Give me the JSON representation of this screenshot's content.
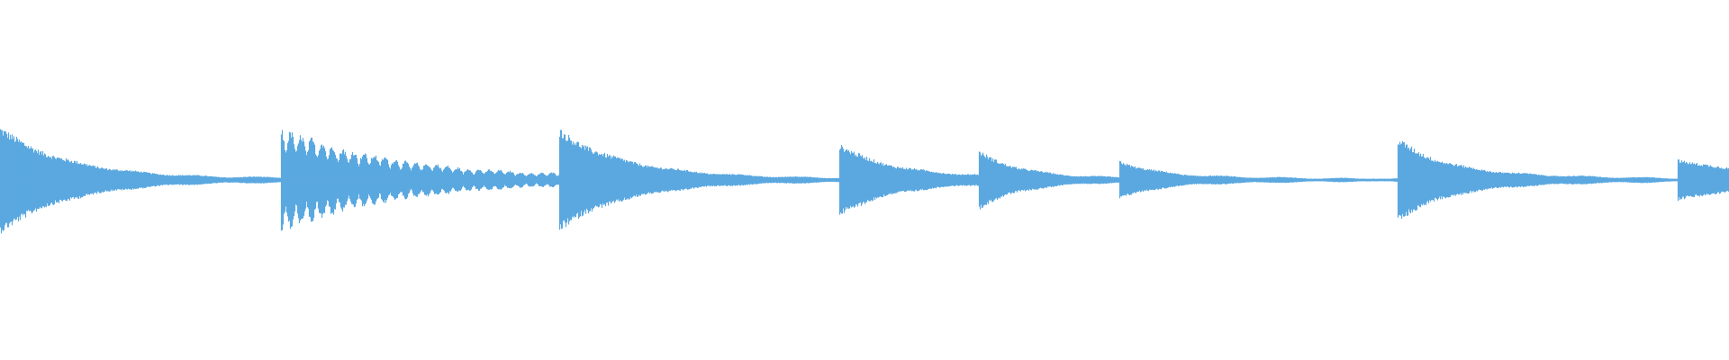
{
  "waveform": {
    "color": "#5ba8e0",
    "background": "#ffffff",
    "duration_relative": 1.0,
    "max_amplitude": 1.0,
    "onsets": [
      {
        "time": 0.0,
        "peak_amplitude": 0.97,
        "decay_to_amplitude": 0.04,
        "decay_time": 0.06,
        "style": "smooth"
      },
      {
        "time": 0.162,
        "peak_amplitude": 1.0,
        "decay_to_amplitude": 0.06,
        "decay_time": 0.1,
        "style": "pulsed"
      },
      {
        "time": 0.323,
        "peak_amplitude": 0.94,
        "decay_to_amplitude": 0.04,
        "decay_time": 0.06,
        "style": "smooth"
      },
      {
        "time": 0.485,
        "peak_amplitude": 0.67,
        "decay_to_amplitude": 0.04,
        "decay_time": 0.05,
        "style": "smooth"
      },
      {
        "time": 0.566,
        "peak_amplitude": 0.52,
        "decay_to_amplitude": 0.04,
        "decay_time": 0.04,
        "style": "smooth"
      },
      {
        "time": 0.647,
        "peak_amplitude": 0.37,
        "decay_to_amplitude": 0.03,
        "decay_time": 0.04,
        "style": "smooth"
      },
      {
        "time": 0.808,
        "peak_amplitude": 0.77,
        "decay_to_amplitude": 0.04,
        "decay_time": 0.05,
        "style": "smooth"
      },
      {
        "time": 0.97,
        "peak_amplitude": 0.4,
        "decay_to_amplitude": 0.2,
        "decay_time": 0.03,
        "style": "smooth"
      }
    ],
    "noise_floor_amplitude": 0.025
  }
}
